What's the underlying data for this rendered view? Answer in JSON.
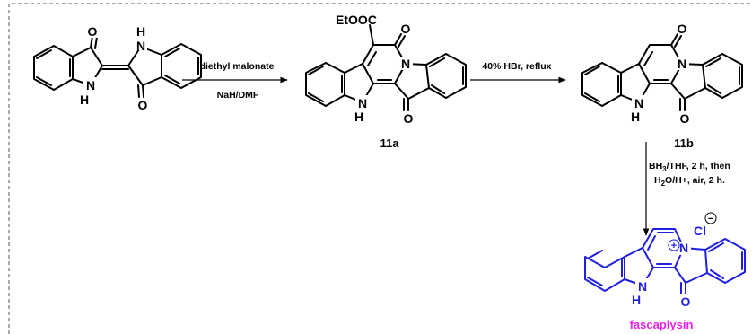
{
  "arrows": [
    {
      "top_text": "diethyl malonate",
      "bottom_text": "NaH/DMF"
    },
    {
      "top_text": "40% HBr, reflux"
    },
    {
      "line1_a": "BH",
      "line1_sub": "3",
      "line1_b": "/THF, 2 h, then",
      "line2_a": "H",
      "line2_sub": "2",
      "line2_b": "O/H+, air, 2 h."
    }
  ],
  "compounds": [
    {
      "atoms": {
        "o_top": "O",
        "o_bottom": "O",
        "nh_top": "H",
        "n_top": "N",
        "n_bottom": "N",
        "nh_bottom": "H"
      }
    },
    {
      "label": "11a",
      "substituent": "EtOOC",
      "atoms": {
        "o_lactam": "O",
        "n_ring": "N",
        "n_indole": "N",
        "h_indole": "H",
        "o_ketone": "O"
      }
    },
    {
      "label": "11b",
      "atoms": {
        "o_lactam": "O",
        "n_ring": "N",
        "n_indole": "N",
        "h_indole": "H",
        "o_ketone": "O"
      }
    },
    {
      "label": "fascaplysin",
      "atoms": {
        "n_plus": "N",
        "plus": "+",
        "counter_ion": "Cl",
        "minus": "−",
        "n_indole": "N",
        "h_indole": "H",
        "o_ketone": "O"
      }
    }
  ],
  "colors": {
    "product": "#1f1fe0",
    "product_name": "#e820e8",
    "border": "#555555"
  }
}
